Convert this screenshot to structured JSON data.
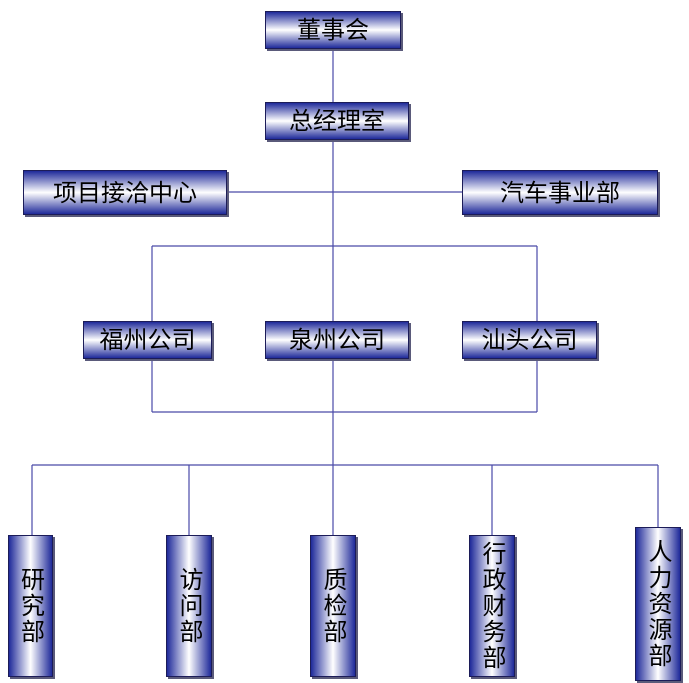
{
  "board": "董事会",
  "gm_office": "总经理室",
  "side_left": "项目接洽中心",
  "side_right": "汽车事业部",
  "branches": [
    "福州公司",
    "泉州公司",
    "汕头公司"
  ],
  "departments": [
    "研究部",
    "访问部",
    "质检部",
    "行政财务部",
    "人力资源部"
  ],
  "colors": {
    "box_dark": "#1f2a9a",
    "box_light": "#ffffff",
    "line": "#4a4aa8"
  }
}
